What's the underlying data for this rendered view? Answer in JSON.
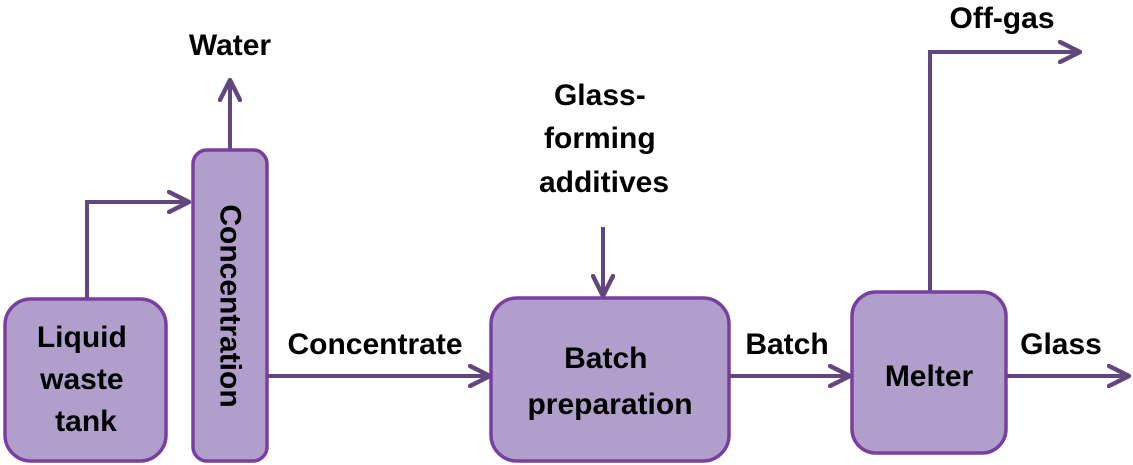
{
  "colors": {
    "box_fill": "#b09fcb",
    "box_border": "#7a3ea0",
    "arrow": "#62477f",
    "text": "#000000"
  },
  "nodes": {
    "liquid_waste_tank": {
      "lines": [
        "Liquid",
        "waste",
        "tank"
      ]
    },
    "concentration": {
      "label": "Concentration"
    },
    "batch_preparation": {
      "lines": [
        "Batch",
        "preparation"
      ]
    },
    "melter": {
      "label": "Melter"
    }
  },
  "flows": {
    "water": "Water",
    "concentrate": "Concentrate",
    "glass_forming_additives": [
      "Glass-",
      "forming",
      "additives"
    ],
    "batch": "Batch",
    "off_gas": "Off-gas",
    "glass": "Glass"
  }
}
